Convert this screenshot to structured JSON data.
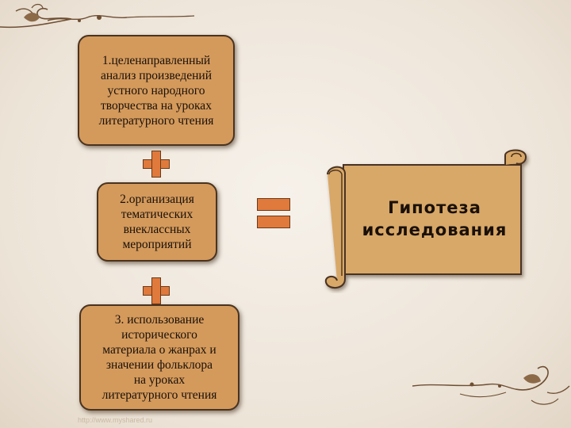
{
  "boxes": [
    {
      "id": "box-1",
      "lines": [
        "1.целенаправленный",
        "анализ произведений",
        "устного народного",
        "творчества на уроках",
        "литературного чтения"
      ]
    },
    {
      "id": "box-2",
      "lines": [
        "2.организация",
        "тематических",
        "внеклассных",
        "мероприятий"
      ]
    },
    {
      "id": "box-3",
      "lines": [
        "3. использование",
        "исторического",
        "материала о жанрах и",
        "значении фольклора",
        "на уроках",
        "литературного чтения"
      ]
    }
  ],
  "scroll": {
    "lines": [
      "Гипотеза",
      "исследования"
    ]
  },
  "watermark": "http://www.myshared.ru",
  "colors": {
    "box_fill": "#d49a5c",
    "symbol_fill": "#e07a3c",
    "scroll_fill": "#d8a868",
    "background": "#efe8df"
  }
}
